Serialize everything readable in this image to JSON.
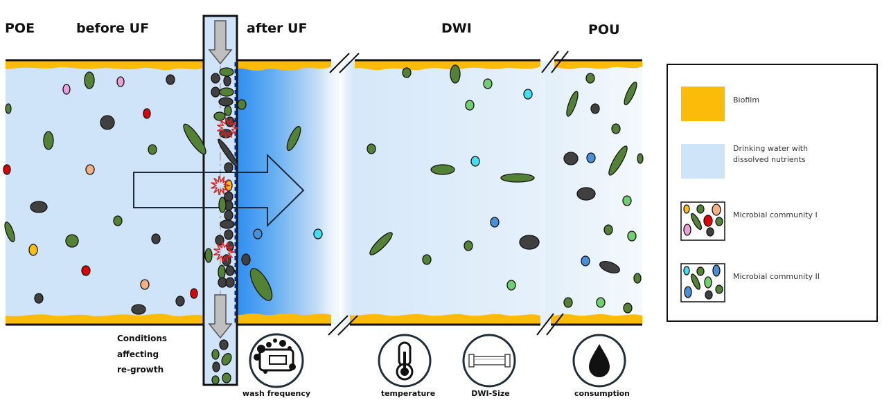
{
  "headers": {
    "poe": "POE",
    "before_uf": "before UF",
    "after_uf": "after UF",
    "dwi": "DWI",
    "pou": "POU"
  },
  "conditions": {
    "title_lines": [
      "Conditions",
      "affecting",
      "re-growth"
    ],
    "items": [
      {
        "label": "wash frequency",
        "icon": "wash-frequency-icon"
      },
      {
        "label": "temperature",
        "icon": "thermometer-icon"
      },
      {
        "label": "DWI-Size",
        "icon": "pipe-icon"
      },
      {
        "label": "consumption",
        "icon": "water-drop-icon"
      }
    ]
  },
  "legend": {
    "items": [
      {
        "label": "Biofilm",
        "swatch": "biofilm"
      },
      {
        "label_lines": [
          "Drinking water with",
          "dissolved nutrients"
        ],
        "swatch": "water"
      },
      {
        "label": "Microbial community I",
        "swatch": "community-1"
      },
      {
        "label": "Microbial community II",
        "swatch": "community-2"
      }
    ]
  },
  "colors": {
    "biofilm": "#fbbb08",
    "water": "#cfe4f8",
    "water_light": "#eef6fc",
    "filter_blue": "#3a9bea",
    "membrane_dash": "#0b2a8a",
    "cell_green": "#548235",
    "cell_dark": "#404040",
    "cell_light_green": "#70d070",
    "cell_cyan": "#40e0f0",
    "cell_blue": "#4a90d8",
    "cell_pink": "#e7a0d8",
    "cell_red": "#e00000",
    "cell_salmon": "#f4b183",
    "cell_yellow": "#ffc000",
    "burst_red": "#e02020",
    "outline": "#111111",
    "arrow_gray": "#bfbfbf"
  }
}
